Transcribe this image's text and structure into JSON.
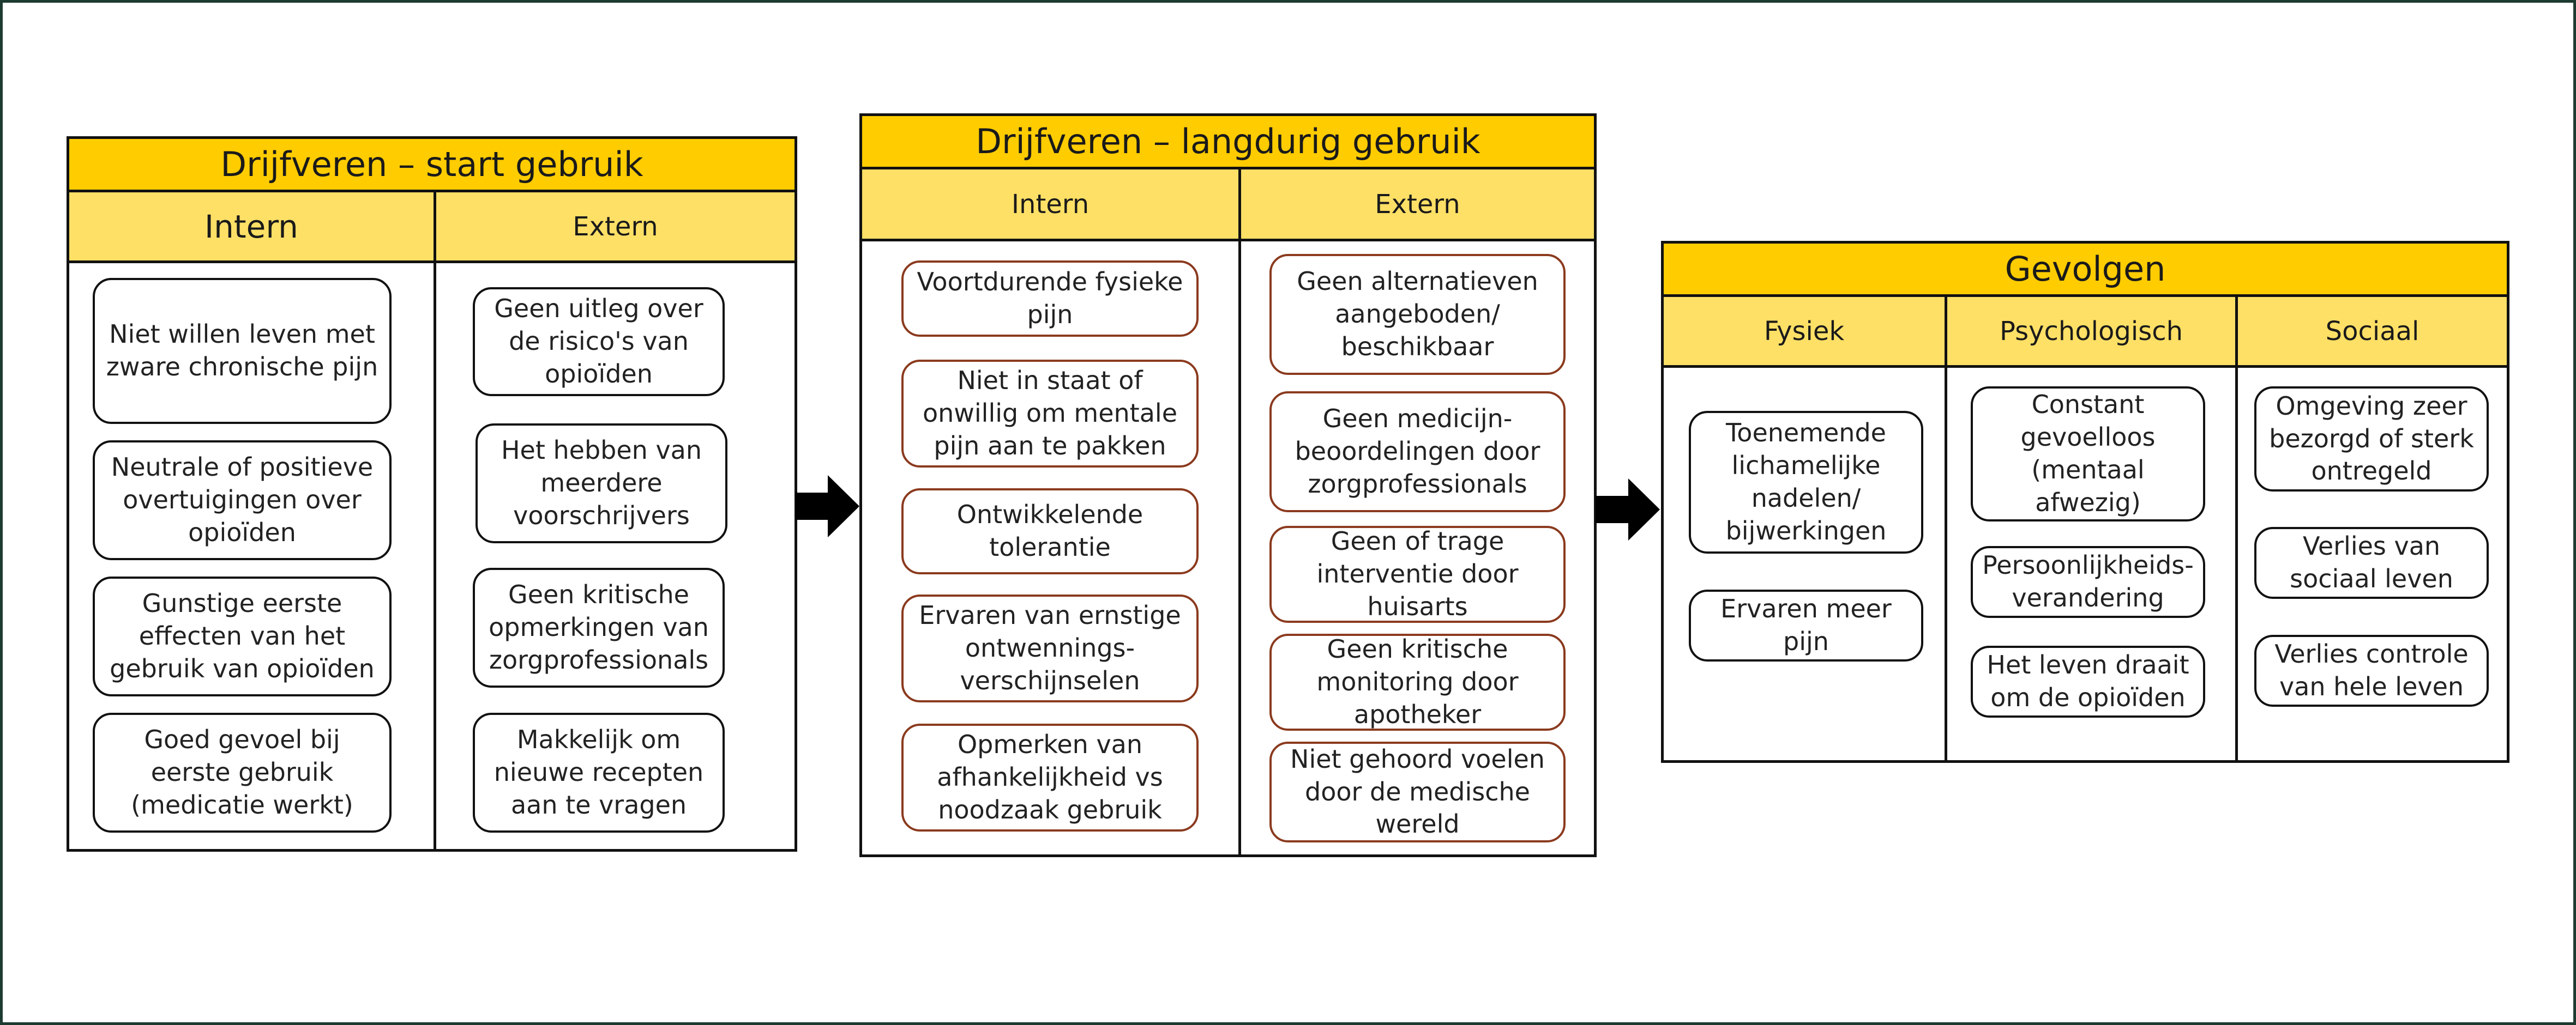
{
  "panels": {
    "start": {
      "title": "Drijfveren – start gebruik",
      "intern_label": "Intern",
      "extern_label": "Extern",
      "intern": [
        "Niet willen leven met zware chronische pijn",
        "Neutrale of positieve overtuigingen over opioïden",
        "Gunstige eerste effecten van het gebruik van opioïden",
        "Goed gevoel bij eerste gebruik (medicatie werkt)"
      ],
      "extern": [
        "Geen uitleg over de risico's van opioïden",
        "Het hebben van meerdere voorschrijvers",
        "Geen kritische opmerkingen van zorgprofessionals",
        "Makkelijk om nieuwe recepten aan te vragen"
      ]
    },
    "long": {
      "title": "Drijfveren – langdurig gebruik",
      "intern_label": "Intern",
      "extern_label": "Extern",
      "intern": [
        "Voortdurende fysieke pijn",
        "Niet in staat of onwillig om mentale pijn aan te pakken",
        "Ontwikkelende tolerantie",
        "Ervaren van ernstige ontwennings-verschijnselen",
        "Opmerken van afhankelijkheid vs noodzaak gebruik"
      ],
      "extern": [
        "Geen alternatieven aangeboden/ beschikbaar",
        "Geen medicijn-beoordelingen door zorgprofessionals",
        "Geen of trage interventie door huisarts",
        "Geen kritische monitoring door apotheker",
        "Niet gehoord voelen door de medische wereld"
      ]
    },
    "consequences": {
      "title": "Gevolgen",
      "fysiek_label": "Fysiek",
      "psych_label": "Psychologisch",
      "sociaal_label": "Sociaal",
      "fysiek": [
        "Toenemende lichamelijke nadelen/ bijwerkingen",
        "Ervaren meer pijn"
      ],
      "psych": [
        "Constant gevoelloos (mentaal afwezig)",
        "Persoonlijkheids-verandering",
        "Het leven draait om de opioïden"
      ],
      "sociaal": [
        "Omgeving zeer bezorgd of sterk ontregeld",
        "Verlies van sociaal leven",
        "Verlies controle van hele leven"
      ]
    }
  },
  "colors": {
    "title_bar": "#ffcc00",
    "sub_bar": "#ffe066",
    "box_border_brown": "#8b3a1e",
    "frame_border": "#1d3b30"
  }
}
